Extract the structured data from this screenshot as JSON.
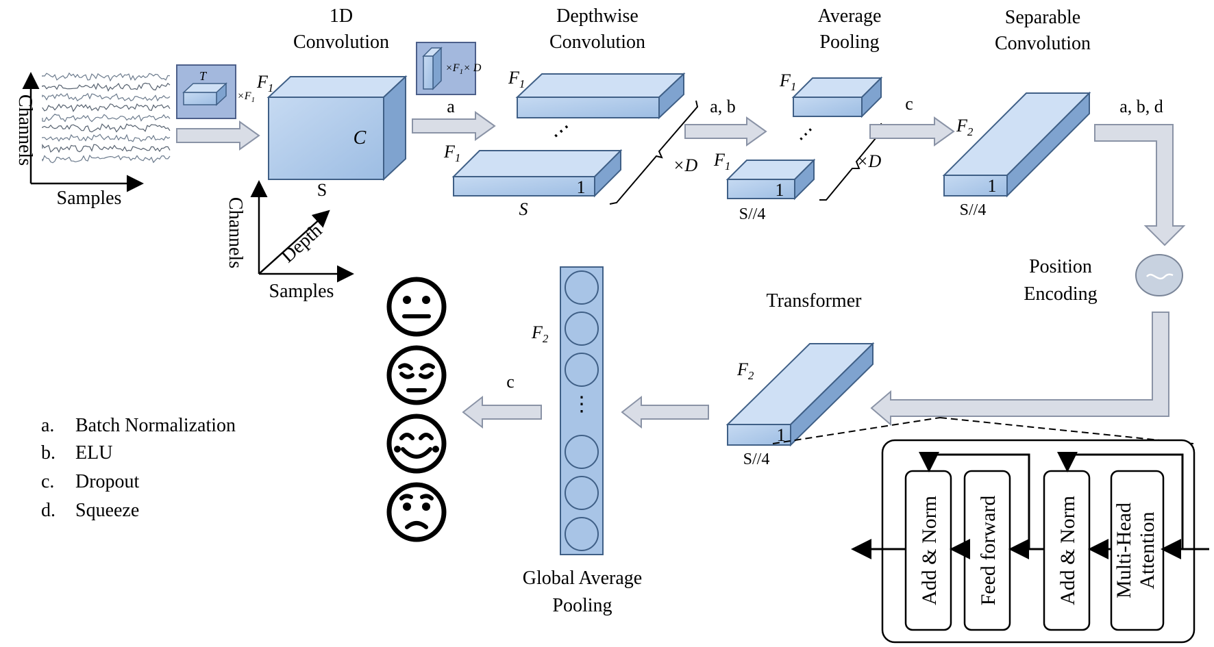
{
  "titles": {
    "conv1d": [
      "1D",
      "Convolution"
    ],
    "depthwise": [
      "Depthwise",
      "Convolution"
    ],
    "avgpool": [
      "Average",
      "Pooling"
    ],
    "separable": [
      "Separable",
      "Convolution"
    ],
    "position": [
      "Position",
      "Encoding"
    ],
    "transformer": "Transformer",
    "gap": [
      "Global Average",
      "Pooling"
    ]
  },
  "input_axes": {
    "y": "Channels",
    "x": "Samples"
  },
  "cube_axes": {
    "y": "Channels",
    "diag": "Depth",
    "x": "Samples"
  },
  "kernels": {
    "conv_T": "T",
    "conv_mult": "×F",
    "conv_sub": "1",
    "dw_mult": "×F",
    "dw_sub": "1",
    "dw_tail": "× D"
  },
  "blocks": {
    "conv_F": "F",
    "conv_F_sub": "1",
    "conv_C": "C",
    "conv_S": "S",
    "dw_F": "F",
    "dw_F_sub": "1",
    "dw_1": "1",
    "dw_S": "S",
    "dw_xD": "×D",
    "ap_F": "F",
    "ap_F_sub": "1",
    "ap_1": "1",
    "ap_S": "S//4",
    "ap_xD": "×D",
    "sep_F": "F",
    "sep_F_sub": "2",
    "sep_1": "1",
    "sep_S": "S//4",
    "tr_F": "F",
    "tr_F_sub": "2",
    "tr_1": "1",
    "tr_S": "S//4",
    "gap_F": "F",
    "gap_F_sub": "2",
    "dots": "⋮"
  },
  "arrow_labels": {
    "a1": "a",
    "ab": "a, b",
    "c1": "c",
    "abd": "a, b, d",
    "c2": "c"
  },
  "legend": [
    {
      "key": "a.",
      "text": "Batch Normalization"
    },
    {
      "key": "b.",
      "text": "ELU"
    },
    {
      "key": "c.",
      "text": "Dropout"
    },
    {
      "key": "d.",
      "text": "Squeeze"
    }
  ],
  "transformer_detail": {
    "blocks": [
      "Add & Norm",
      "Feed forward",
      "Add & Norm",
      "Multi-Head",
      "Attention"
    ]
  },
  "faces": [
    "neutral-face-icon",
    "sad-face-icon",
    "happy-face-icon",
    "worried-face-icon"
  ],
  "colors": {
    "block_fill": "#a8c4e6",
    "block_stroke": "#3f5f86",
    "arrow_fill": "#d9dde6"
  }
}
